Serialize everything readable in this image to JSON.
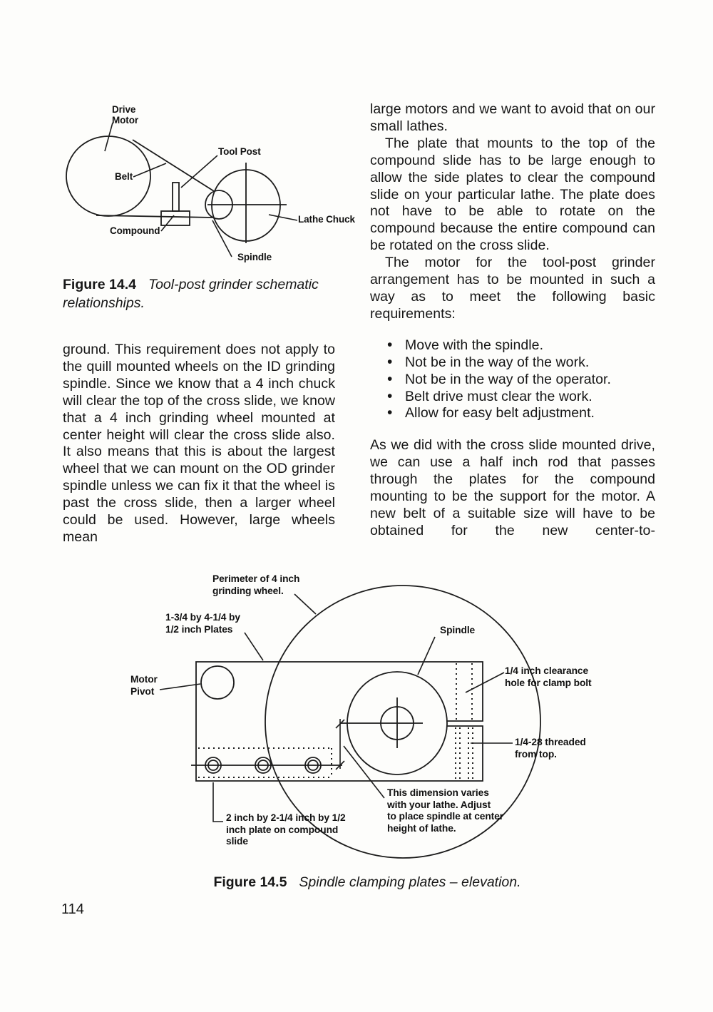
{
  "page_number": "114",
  "figure_14_4": {
    "labels": {
      "drive_motor": "Drive\nMotor",
      "belt": "Belt",
      "tool_post": "Tool Post",
      "compound": "Compound",
      "spindle": "Spindle",
      "lathe_chuck": "Lathe Chuck"
    },
    "caption_label": "Figure 14.4",
    "caption_text": "Tool-post grinder schematic relationships."
  },
  "left_column": {
    "para": "ground. This requirement does not apply to the quill mounted wheels on the ID grinding spindle. Since we know that a 4 inch chuck will clear the top of the cross slide, we know that a 4 inch grinding wheel mounted at center height will clear the cross slide also. It also means that this is about the largest wheel that we can mount on the OD grinder spindle unless we can fix it that the wheel is past the cross slide, then a larger wheel could be used. However, large wheels mean"
  },
  "right_column": {
    "para1": "large motors and we want to avoid that on our small lathes.",
    "para2": "The plate that mounts to the top of the compound slide has to be large enough to allow the side plates to clear the compound slide on your particular lathe. The plate does not have to be able to rotate on the compound because the entire compound can be rotated on the cross slide.",
    "para3": "The motor for the tool-post grinder arrangement has to be mounted in such a way as to meet the following basic requirements:",
    "bullets": [
      "Move with the spindle.",
      "Not be in the way of the work.",
      "Not be in the way of the operator.",
      "Belt drive must clear the work.",
      "Allow for easy belt adjustment."
    ],
    "para4": "As we did with the cross slide mounted drive, we can use a half inch rod that passes through the plates for the compound mounting to be the support for the motor. A new belt of a suitable size will have to be obtained for the new center-to-"
  },
  "figure_14_5": {
    "labels": {
      "perimeter": "Perimeter of 4 inch\ngrinding wheel.",
      "plates": "1-3/4 by 4-1/4 by\n1/2 inch Plates",
      "motor_pivot": "Motor\nPivot",
      "spindle": "Spindle",
      "clearance": "1/4 inch clearance\nhole for clamp bolt",
      "threaded": "1/4-28 threaded\nfrom top.",
      "dimension": "This dimension varies\nwith your lathe.  Adjust\nto place spindle at center\nheight of lathe.",
      "plate_compound": "2 inch by 2-1/4 inch by 1/2\ninch plate on compound\nslide"
    },
    "caption_label": "Figure 14.5",
    "caption_text": "Spindle clamping plates – elevation."
  }
}
